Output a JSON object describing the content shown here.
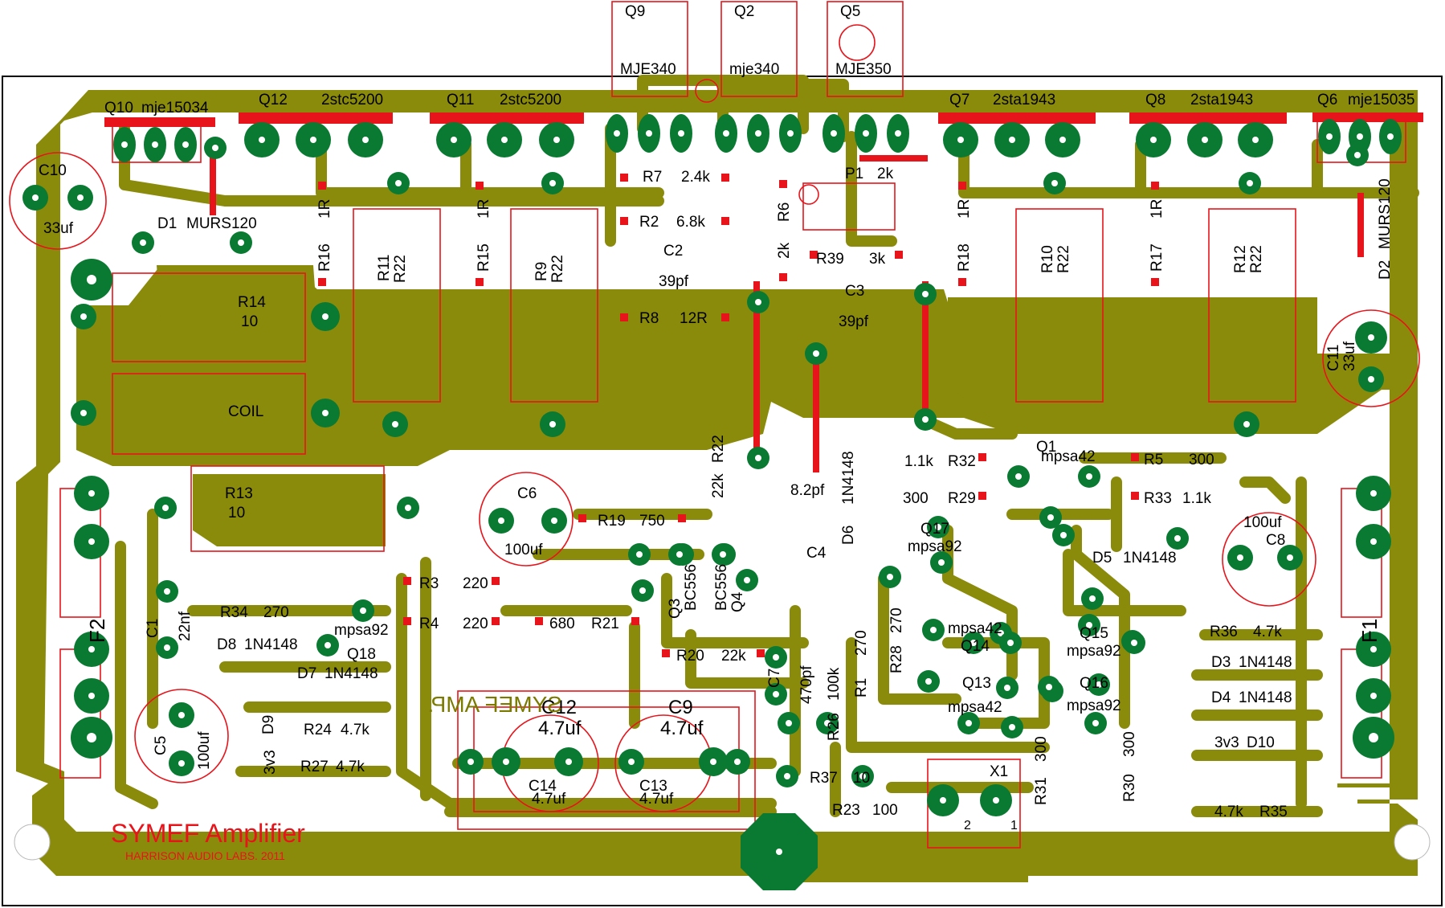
{
  "board": {
    "title": "SYMEF  Amplifier",
    "subtitle": "HARRISON AUDIO LABS. 2011",
    "mirrored_text": "SYMEF AMP."
  },
  "colors": {
    "copper": "#8b8b0b",
    "pad": "#0a7a32",
    "silkscreen": "#e8141b",
    "background": "#ffffff"
  },
  "transistors_top": [
    {
      "ref": "Q9",
      "part": "MJE340"
    },
    {
      "ref": "Q2",
      "part": "mje340"
    },
    {
      "ref": "Q5",
      "part": "MJE350"
    }
  ],
  "output_devices": [
    {
      "ref": "Q10",
      "part": "mje15034"
    },
    {
      "ref": "Q12",
      "part": "2stc5200"
    },
    {
      "ref": "Q11",
      "part": "2stc5200"
    },
    {
      "ref": "Q7",
      "part": "2sta1943"
    },
    {
      "ref": "Q8",
      "part": "2sta1943"
    },
    {
      "ref": "Q6",
      "part": "mje15035"
    }
  ],
  "labels": {
    "c10": "C10",
    "c10_val": "33uf",
    "d1": "D1",
    "d1_part": "MURS120",
    "r16": "R16",
    "r16_val": "1R",
    "r15": "R15",
    "r15_val": "1R",
    "r11": "R11",
    "r11_val": "R22",
    "r9": "R9",
    "r9_val": "R22",
    "r14": "R14",
    "r14_val": "10",
    "coil": "COIL",
    "r13": "R13",
    "r13_val": "10",
    "r7": "R7",
    "r7_val": "2.4k",
    "r2": "R2",
    "r2_val": "6.8k",
    "c2": "C2",
    "c2_val": "39pf",
    "r8": "R8",
    "r8_val": "12R",
    "r6": "R6",
    "r6_val": "2k",
    "p1": "P1",
    "p1_val": "2k",
    "r39": "R39",
    "r39_val": "3k",
    "c3": "C3",
    "c3_val": "39pf",
    "r18": "R18",
    "r18_val": "1R",
    "r17": "R17",
    "r17_val": "1R",
    "r10": "R10",
    "r10_val": "R22",
    "r12": "R12",
    "r12_val": "R22",
    "d2": "D2",
    "d2_part": "MURS120",
    "c11": "C11",
    "c11_val": "33uf",
    "r22": "R22",
    "r22_val": "22k",
    "c4": "C4",
    "c4_val": "8.2pf",
    "d6": "D6",
    "d6_part": "1N4148",
    "r32": "R32",
    "r32_val": "1.1k",
    "r29": "R29",
    "r29_val": "300",
    "q17": "Q17",
    "q17_part": "mpsa92",
    "q1": "Q1",
    "q1_part": "mpsa42",
    "r5": "R5",
    "r5_val": "300",
    "r33": "R33",
    "r33_val": "1.1k",
    "d5": "D5",
    "d5_part": "1N4148",
    "c8": "C8",
    "c8_val": "100uf",
    "c6": "C6",
    "c6_val": "100uf",
    "r19": "R19",
    "r19_val": "750",
    "r3": "R3",
    "r3_val": "220",
    "r4": "R4",
    "r4_val": "220",
    "q3": "Q3",
    "q3_part": "BC556",
    "q4": "Q4",
    "q4_part": "BC556",
    "r21": "R21",
    "r21_val": "680",
    "r20": "R20",
    "r20_val": "22k",
    "c7": "C7",
    "c7_val": "470pf",
    "r1": "R1",
    "r1_val": "270",
    "r28": "R28",
    "r28_val": "270",
    "r26": "R26",
    "r26_val": "100k",
    "q14": "Q14",
    "q14_part": "mpsa42",
    "q13": "Q13",
    "q13_part": "mpsa42",
    "q15": "Q15",
    "q15_part": "mpsa92",
    "q16": "Q16",
    "q16_part": "mpsa92",
    "c1": "C1",
    "c1_val": "22nf",
    "r34": "R34",
    "r34_val": "270",
    "q18": "Q18",
    "q18_part": "mpsa92",
    "d8": "D8",
    "d8_part": "1N4148",
    "d7": "D7",
    "d7_part": "1N4148",
    "c5": "C5",
    "c5_val": "100uf",
    "d9": "D9",
    "d9_val": "3v3",
    "r24": "R24",
    "r24_val": "4.7k",
    "r27": "R27",
    "r27_val": "4.7k",
    "c12": "C12",
    "c12_val": "4.7uf",
    "c9": "C9",
    "c9_val": "4.7uf",
    "c14": "C14",
    "c14_val": "4.7uf",
    "c13": "C13",
    "c13_val": "4.7uf",
    "r37": "R37",
    "r37_val": "10",
    "r23": "R23",
    "r23_val": "100",
    "x1": "X1",
    "x1_pin2": "2",
    "x1_pin1": "1",
    "r31": "R31",
    "r31_val": "300",
    "r30": "R30",
    "r30_val": "300",
    "r36": "R36",
    "r36_val": "4.7k",
    "d3": "D3",
    "d3_part": "1N4148",
    "d4": "D4",
    "d4_part": "1N4148",
    "d10": "D10",
    "d10_val": "3v3",
    "r35": "R35",
    "r35_val": "4.7k",
    "f1": "F1",
    "f2": "F2"
  }
}
